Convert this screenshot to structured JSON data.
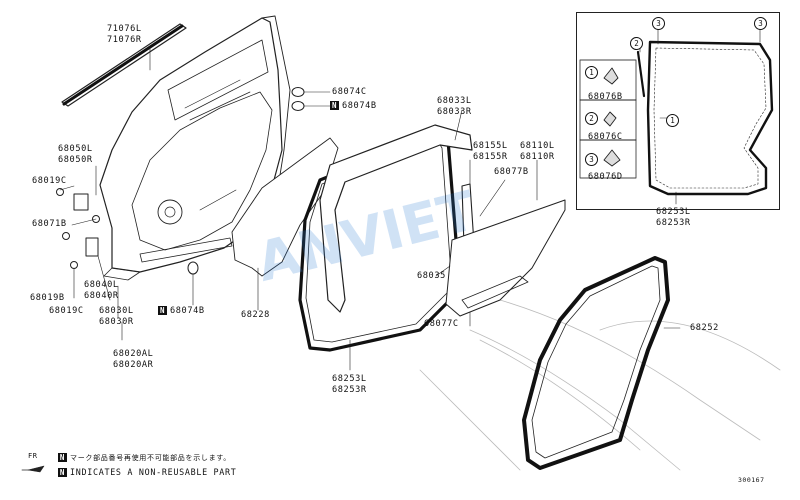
{
  "watermark": {
    "text": "ANVIET",
    "color": "#2f7fd6",
    "accent": "#e0202a"
  },
  "labels": {
    "molding": [
      "71076L",
      "71076R"
    ],
    "plug_c": "68074C",
    "plug_b": "68074B",
    "hinge_bracket": [
      "68050L",
      "68050R"
    ],
    "bolt_c": "68019C",
    "bolt_b": "68019B",
    "bolt_b_alt": "68019C",
    "seal_68071b": "68071B",
    "check_l": [
      "68040L",
      "68040R"
    ],
    "check_d": [
      "68030L",
      "68030R"
    ],
    "door_panel": [
      "68020AL",
      "68020AR"
    ],
    "plug_b2": "68074B",
    "film": "68228",
    "weatherstrip_l": [
      "68253L",
      "68253R"
    ],
    "sash": [
      "68033L",
      "68033R"
    ],
    "run_channel": [
      "68155L",
      "68155R"
    ],
    "glass": [
      "68110L",
      "68110R"
    ],
    "clip_b": "68077B",
    "channel_35": "68035",
    "clip_c": "68077C",
    "opening_seal": "68252",
    "inset_weatherstrip": [
      "68253L",
      "68253R"
    ],
    "inset_clip_b": "68076B",
    "inset_clip_c": "68076C",
    "inset_clip_d": "68076D"
  },
  "callouts": {
    "one": "1",
    "two": "2",
    "three": "3"
  },
  "n_mark": "N",
  "footnote": {
    "jp": "マーク部品番号再使用不可能部品を示します。",
    "en": "INDICATES A NON-REUSABLE PART"
  },
  "fr_label": "FR",
  "diagram_code": "300167"
}
